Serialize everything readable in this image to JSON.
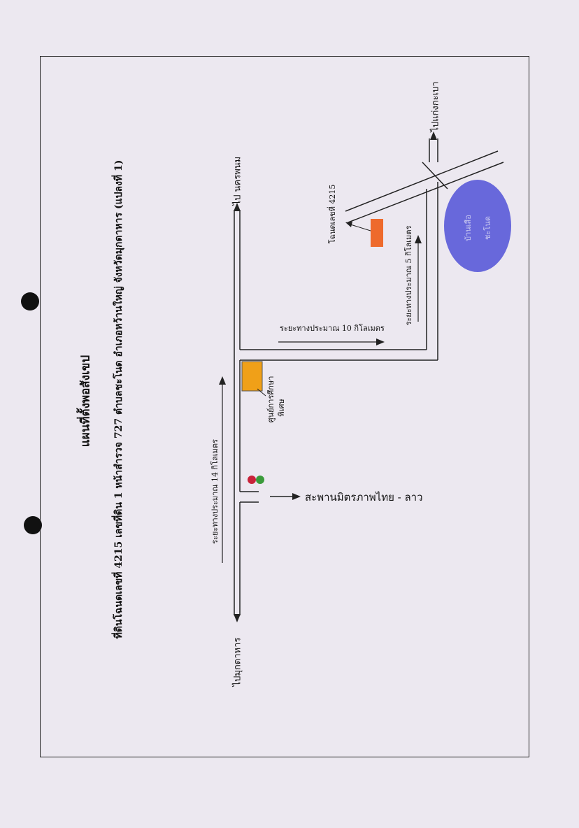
{
  "title": "แผนที่ตั้งพอสังเขป",
  "subtitle": "ที่ดินโฉนดเลขที่  4215  เลขที่ดิน  1  หน้าสำรวจ 727  ตำบลชะโนด  อำเภอหว้านใหญ่ จังหวัดมุกดาหาร (แปลงที่ 1)",
  "labels": {
    "to_nakhon_phanom": "ไป นครพนม",
    "to_mukdahan": "ไปมุกดาหาร",
    "to_kaeng_kabao": "ไปแก่งกะเบา",
    "bridge": "สะพานมิตรภาพไทย - ลาว",
    "distance_14": "ระยะทางประมาณ  14 กิโลเมตร",
    "distance_10": "ระยะทางประมาณ  10 กิโลเมตร",
    "distance_5": "ระยะทางประมาณ  5 กิโลเมตร",
    "deed_label": "โฉนดเลขที่   4215",
    "study_center_line1": "ศูนย์การศึกษา",
    "study_center_line2": "พิเศษ",
    "village_line1": "บ้านเสือ",
    "village_line2": "ชะโนด"
  },
  "colors": {
    "village": "#5a5ad8",
    "deed_parcel": "#ee6a2c",
    "study_center": "#f0a018",
    "traffic_red": "#c8233a",
    "traffic_green": "#3a9a3a"
  }
}
